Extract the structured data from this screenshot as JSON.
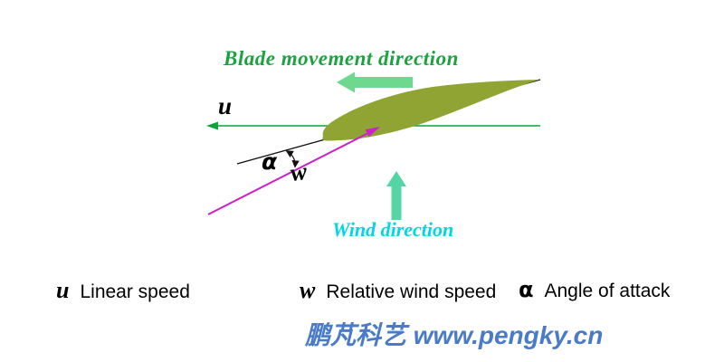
{
  "diagram": {
    "blade_movement_label": "Blade movement direction",
    "wind_direction_label": "Wind direction",
    "u_symbol": "u",
    "w_symbol": "w",
    "alpha_symbol": "α"
  },
  "legend": {
    "items": [
      {
        "symbol": "u",
        "label": "Linear speed"
      },
      {
        "symbol": "w",
        "label": "Relative wind speed"
      },
      {
        "symbol": "α",
        "label": "Angle of attack"
      }
    ]
  },
  "watermark": "鹏芃科艺 www.pengky.cn",
  "colors": {
    "blade_text_green": "#1ca23e",
    "u_line_green": "#0ca33c",
    "airfoil_olive": "#8fa433",
    "chord_black": "#111111",
    "relative_wind_magenta": "#cb20cb",
    "wind_text_cyan": "#00d7e3",
    "blade_arrow_mint": "#6dd88e",
    "wind_arrow_teal": "#55d5a6",
    "watermark_blue": "#4a7bc8"
  }
}
